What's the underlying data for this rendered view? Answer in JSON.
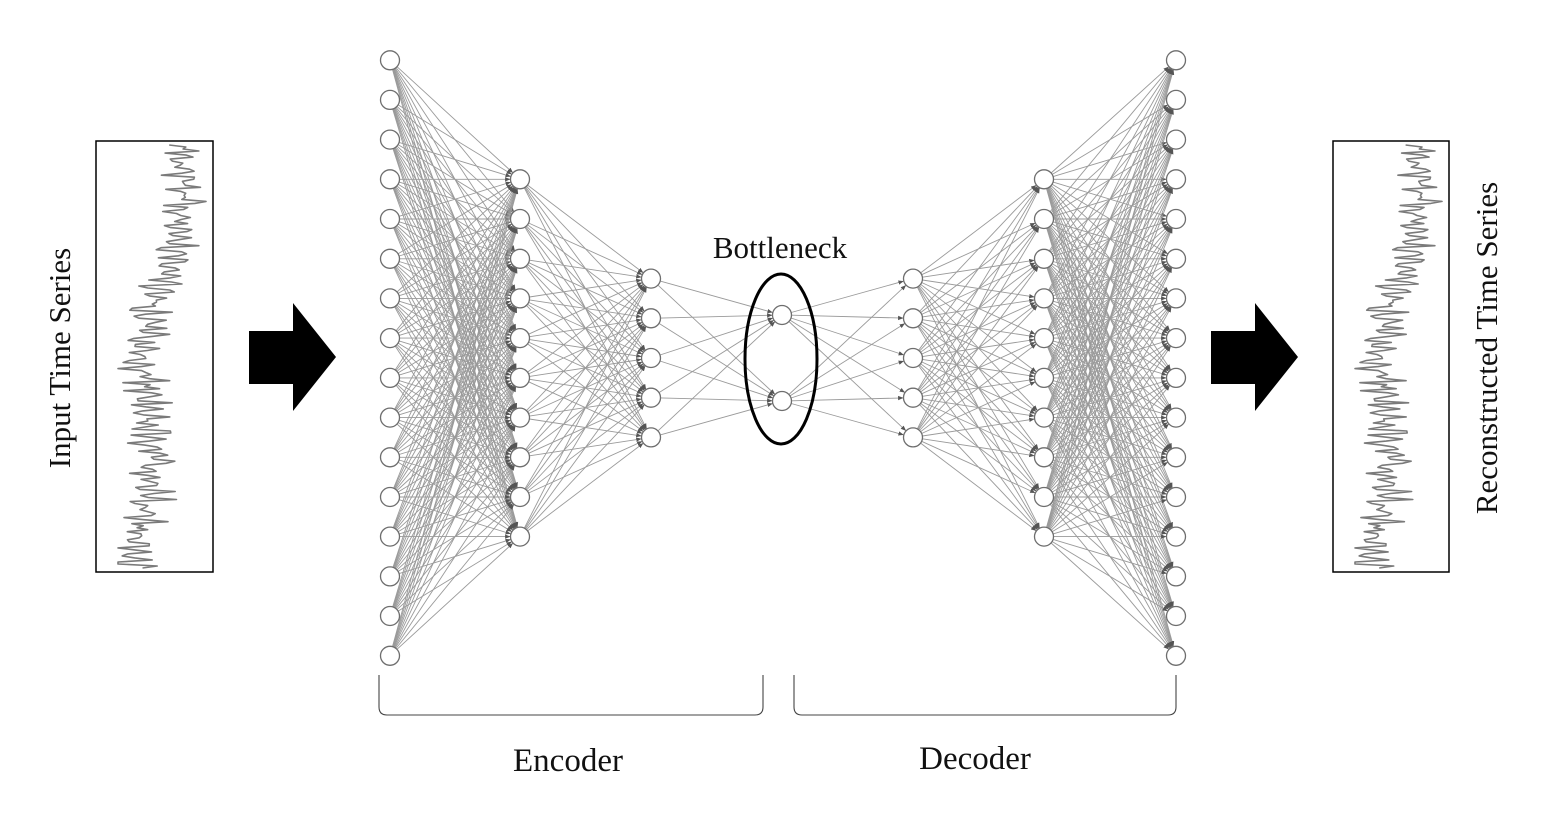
{
  "labels": {
    "input": "Input Time Series",
    "output": "Reconstructed Time Series",
    "bottleneck": "Bottleneck",
    "encoder": "Encoder",
    "decoder": "Decoder"
  },
  "network": {
    "layers": [
      16,
      10,
      5,
      2,
      5,
      10,
      16
    ]
  },
  "colors": {
    "node_stroke": "#6e6e6e",
    "edge": "#9a9a9a",
    "arrow": "#000000",
    "text": "#111111"
  }
}
